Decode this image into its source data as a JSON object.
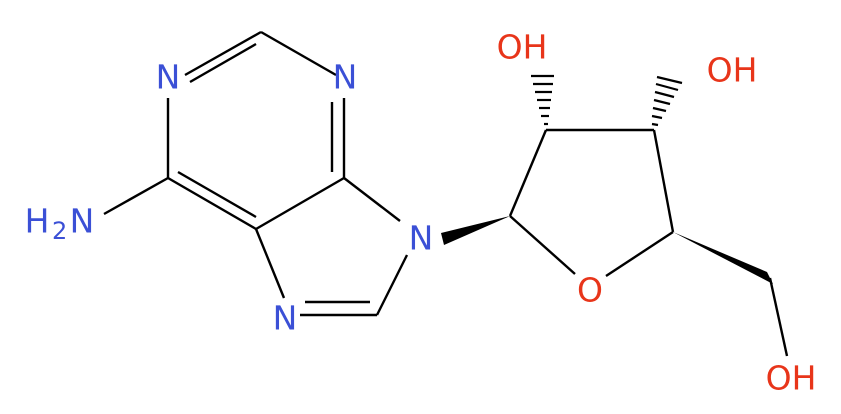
{
  "colors": {
    "nitrogen": "#3b50d6",
    "oxygen": "#e8351a",
    "bond": "#000000",
    "background": "#ffffff"
  },
  "atoms": {
    "n1": "N",
    "n3": "N",
    "n9": "N",
    "n7": "N",
    "nh2_main": "H",
    "nh2_sub": "2",
    "nh2_n": "N",
    "o_ring": "O",
    "oh2": "OH",
    "oh3": "OH",
    "oh5": "OH"
  }
}
